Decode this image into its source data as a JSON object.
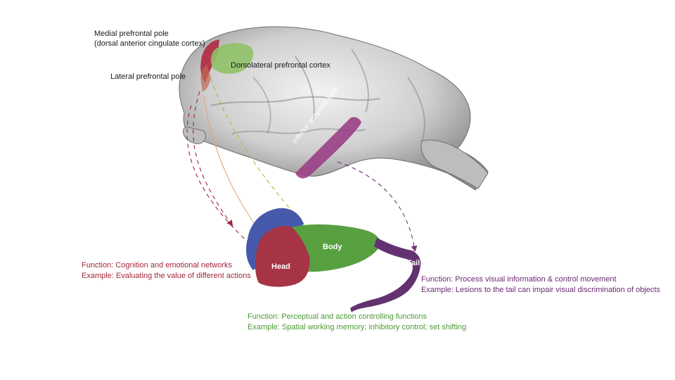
{
  "brain_labels": {
    "medial_pole": [
      "Medial prefrontal pole",
      "(dorsal anterior cingulate cortex)"
    ],
    "lateral_pole": "Lateral prefrontal pole",
    "dlpfc": "Dorsolateral prefrontal cortex",
    "temporal": "Inferior temporal lobe"
  },
  "caudate_parts": {
    "head": "Head",
    "body": "Body",
    "tail": "Tail"
  },
  "functions": {
    "head": {
      "function": "Function: Cognition and emotional networks",
      "example": "Example: Evaluating the value of different actions"
    },
    "body": {
      "function": "Function: Perceptual and action controlling functions",
      "example": "Example: Spatial working memory; inhibitory control; set shifting"
    },
    "tail": {
      "function": "Function: Process visual information & control movement",
      "example": "Example: Lesions to the tail can impair visual discrimination of objects"
    }
  },
  "colors": {
    "head": "#a1283a",
    "body": "#4d9a35",
    "tail": "#6b2a73",
    "medial": "#b0203a",
    "dlpfc": "#8fc268",
    "temporal": "#9a3f86",
    "blue_region": "#3a4fa6",
    "lateral_arrow": "#e2a27a"
  }
}
